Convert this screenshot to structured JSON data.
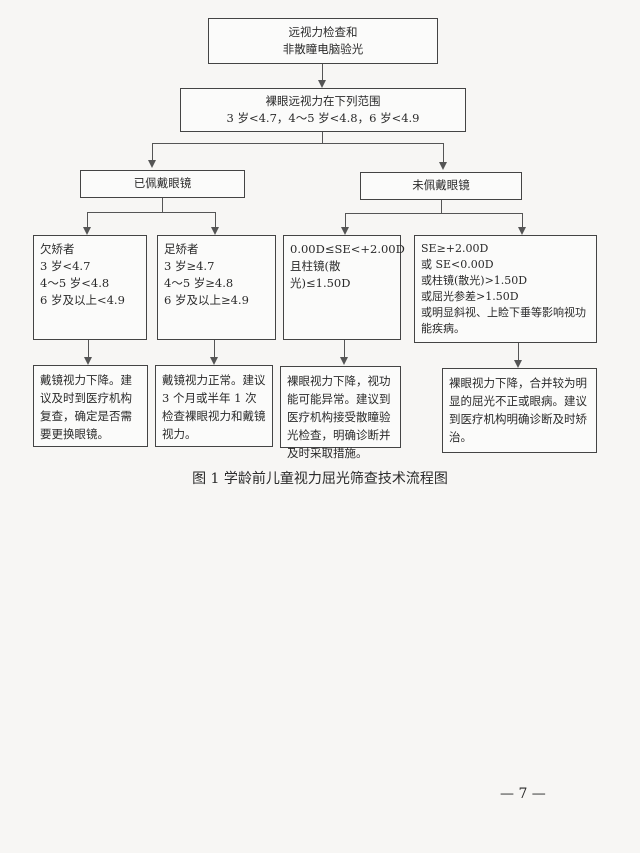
{
  "flow": {
    "start": [
      "远视力检查和",
      "非散瞳电脑验光"
    ],
    "range": [
      "裸眼远视力在下列范围",
      "3 岁<4.7，4～5 岁<4.8，6 岁<4.9"
    ],
    "wearing": "已佩戴眼镜",
    "not_wearing": "未佩戴眼镜",
    "under": [
      "欠矫者",
      "3 岁<4.7",
      "4～5 岁<4.8",
      "6 岁及以上<4.9"
    ],
    "full": [
      "足矫者",
      "3 岁≥4.7",
      "4～5 岁≥4.8",
      "6 岁及以上≥4.9"
    ],
    "normal_refr": [
      "0.00D≤SE<+2.00D",
      "且柱镜(散光)≤1.50D"
    ],
    "abnormal_refr": [
      "SE≥+2.00D",
      "或 SE<0.00D",
      "或柱镜(散光)>1.50D",
      "或屈光参差>1.50D",
      "或明显斜视、上睑下垂等影响视功能疾病。"
    ],
    "out_under": "戴镜视力下降。建议及时到医疗机构复查，确定是否需要更换眼镜。",
    "out_full": "戴镜视力正常。建议 3 个月或半年 1 次检查裸眼视力和戴镜视力。",
    "out_normal": "裸眼视力下降，视功能可能异常。建议到医疗机构接受散瞳验光检查，明确诊断并及时采取措施。",
    "out_abnormal": "裸眼视力下降，合并较为明显的屈光不正或眼病。建议到医疗机构明确诊断及时矫治。"
  },
  "caption": "图 1  学龄前儿童视力屈光筛查技术流程图",
  "page_number": "— 7 —"
}
